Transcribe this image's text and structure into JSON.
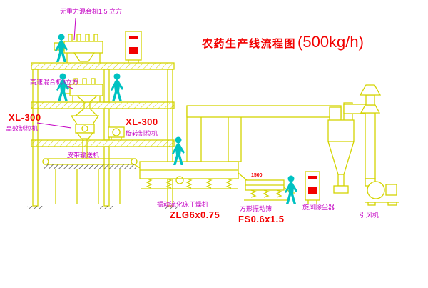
{
  "title": {
    "cn": "农药生产线流程图",
    "capacity": "(500kg/h)"
  },
  "labels": {
    "mixer_top": "无重力混合机1.5 立方",
    "mixer_high_speed": "高速混合机3立方",
    "granulator_left_model": "XL-300",
    "granulator_left_name": "高效制粒机",
    "granulator_mid_model": "XL-300",
    "granulator_mid_name": "旋转制粒机",
    "belt_conveyor": "皮带输送机",
    "dryer_name": "振动流化床干燥机",
    "dryer_model": "ZLG6x0.75",
    "screen_name": "方形振动筛",
    "screen_model": "FS0.6x1.5",
    "cyclone": "旋风除尘器",
    "fan": "引风机",
    "dim_1500": "1500"
  },
  "colors": {
    "line_yellow": "#d4d400",
    "figure_cyan": "#00c2c2",
    "label_magenta": "#c400c4",
    "model_red": "#f20000",
    "background": "#ffffff"
  }
}
